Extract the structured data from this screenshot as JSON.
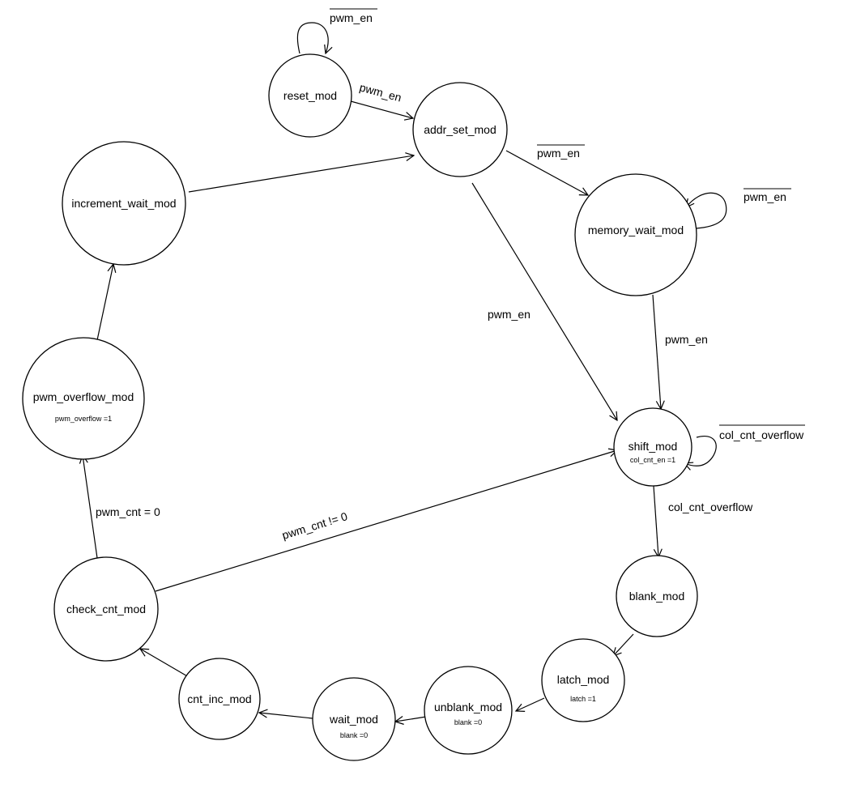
{
  "states": [
    {
      "id": "reset",
      "name": "reset_mod",
      "action": ""
    },
    {
      "id": "addr_set",
      "name": "addr_set_mod",
      "action": ""
    },
    {
      "id": "memory_wait",
      "name": "memory_wait_mod",
      "action": ""
    },
    {
      "id": "increment_wait",
      "name": "increment_wait_mod",
      "action": ""
    },
    {
      "id": "pwm_overflow",
      "name": "pwm_overflow_mod",
      "action": "pwm_overflow =1"
    },
    {
      "id": "shift",
      "name": "shift_mod",
      "action": "col_cnt_en =1"
    },
    {
      "id": "blank",
      "name": "blank_mod",
      "action": ""
    },
    {
      "id": "latch",
      "name": "latch_mod",
      "action": "latch =1"
    },
    {
      "id": "unblank",
      "name": "unblank_mod",
      "action": "blank =0"
    },
    {
      "id": "wait",
      "name": "wait_mod",
      "action": "blank =0"
    },
    {
      "id": "cnt_inc",
      "name": "cnt_inc_mod",
      "action": ""
    },
    {
      "id": "check_cnt",
      "name": "check_cnt_mod",
      "action": ""
    }
  ],
  "transitions": [
    {
      "id": "reset_self",
      "from": "reset",
      "to": "reset",
      "label": "pwm_en",
      "negated": true
    },
    {
      "id": "reset_addr",
      "from": "reset",
      "to": "addr_set",
      "label": "pwm_en",
      "negated": false
    },
    {
      "id": "addr_mem",
      "from": "addr_set",
      "to": "memory_wait",
      "label": "pwm_en",
      "negated": true
    },
    {
      "id": "mem_self",
      "from": "memory_wait",
      "to": "memory_wait",
      "label": "pwm_en",
      "negated": true
    },
    {
      "id": "addr_shift",
      "from": "addr_set",
      "to": "shift",
      "label": "pwm_en",
      "negated": false
    },
    {
      "id": "mem_shift",
      "from": "memory_wait",
      "to": "shift",
      "label": "pwm_en",
      "negated": false
    },
    {
      "id": "shift_self",
      "from": "shift",
      "to": "shift",
      "label": "col_cnt_overflow",
      "negated": true
    },
    {
      "id": "shift_blank",
      "from": "shift",
      "to": "blank",
      "label": "col_cnt_overflow",
      "negated": false
    },
    {
      "id": "blank_latch",
      "from": "blank",
      "to": "latch",
      "label": "",
      "negated": false
    },
    {
      "id": "latch_unblank",
      "from": "latch",
      "to": "unblank",
      "label": "",
      "negated": false
    },
    {
      "id": "unblank_wait",
      "from": "unblank",
      "to": "wait",
      "label": "",
      "negated": false
    },
    {
      "id": "wait_cntinc",
      "from": "wait",
      "to": "cnt_inc",
      "label": "",
      "negated": false
    },
    {
      "id": "cntinc_check",
      "from": "cnt_inc",
      "to": "check_cnt",
      "label": "",
      "negated": false
    },
    {
      "id": "check_shift",
      "from": "check_cnt",
      "to": "shift",
      "label": "pwm_cnt != 0",
      "negated": false
    },
    {
      "id": "check_overflow",
      "from": "check_cnt",
      "to": "pwm_overflow",
      "label": "pwm_cnt = 0",
      "negated": false
    },
    {
      "id": "overflow_incwait",
      "from": "pwm_overflow",
      "to": "increment_wait",
      "label": "",
      "negated": false
    },
    {
      "id": "incwait_addr",
      "from": "increment_wait",
      "to": "addr_set",
      "label": "",
      "negated": false
    }
  ]
}
